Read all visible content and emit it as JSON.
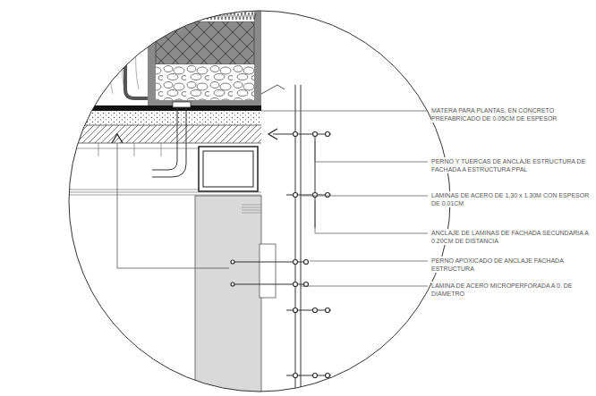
{
  "diagram": {
    "labels": [
      "MATERA PARA PLANTAS, EN CONCRETO PREFABRICADO DE 0.05CM DE ESPESOR",
      "PERNO Y TUERCAS DE ANCLAJE ESTRUCTURA DE FACHADA A ESTRUCTURA PPAL",
      "LAMINAS DE ACERO DE 1.30 x 1.30M CON ESPESOR DE 0.01CM",
      "ANCLAJE DE LAMINAS DE FACHADA SECUNDARIA A 0.20CM DE DISTANCIA",
      "PERNO APOXICADO DE ANCLAJE FACHADA ESTRUCTURA",
      "LAMINA DE ACERO MICROPERFORADA A 0. DE DIAMETRO"
    ]
  }
}
